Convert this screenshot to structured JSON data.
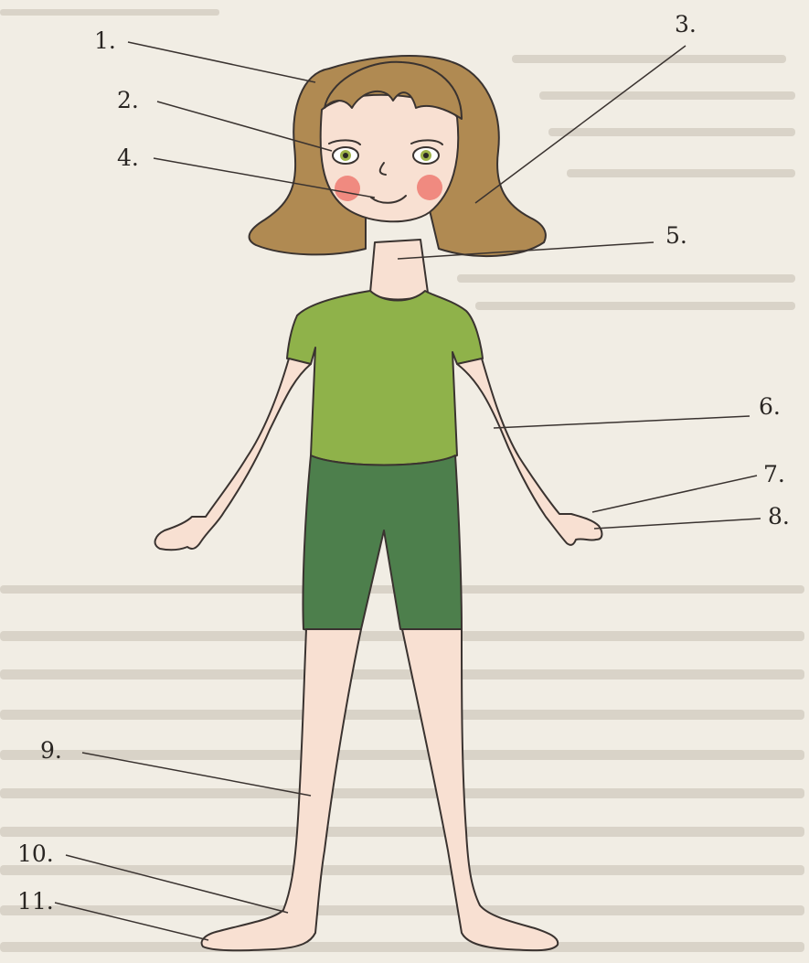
{
  "diagram": {
    "labels": [
      {
        "id": "1",
        "text": "1."
      },
      {
        "id": "2",
        "text": "2."
      },
      {
        "id": "3",
        "text": "3."
      },
      {
        "id": "4",
        "text": "4."
      },
      {
        "id": "5",
        "text": "5."
      },
      {
        "id": "6",
        "text": "6."
      },
      {
        "id": "7",
        "text": "7."
      },
      {
        "id": "8",
        "text": "8."
      },
      {
        "id": "9",
        "text": "9."
      },
      {
        "id": "10",
        "text": "10."
      },
      {
        "id": "11",
        "text": "11."
      }
    ]
  },
  "colors": {
    "background": "#f1ede4",
    "hair": "#b08a52",
    "hair_dark": "#7a5a30",
    "skin": "#f8e0d2",
    "cheeks": "#f08a80",
    "shirt": "#8fb24a",
    "shorts": "#4d7f4c",
    "outline": "#3a3330",
    "leader_line": "#3a3330"
  }
}
